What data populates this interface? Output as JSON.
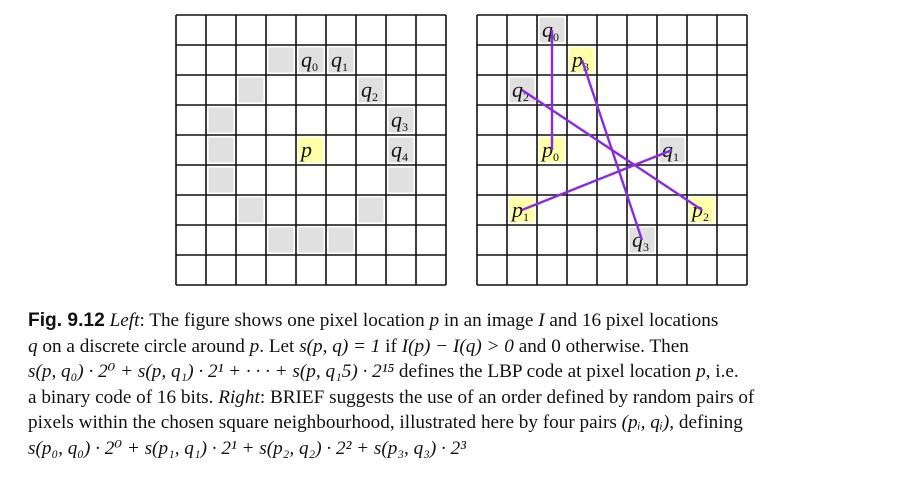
{
  "colors": {
    "grid_line": "#111111",
    "shaded_cell": "#e0e0e0",
    "highlight_cell": "#ffffa8",
    "pair_line": "#8a2be2"
  },
  "left_grid": {
    "rows": 9,
    "cols": 9,
    "shaded_cells": [
      [
        1,
        3
      ],
      [
        2,
        2
      ],
      [
        3,
        1
      ],
      [
        4,
        1
      ],
      [
        5,
        1
      ],
      [
        6,
        2
      ],
      [
        7,
        3
      ],
      [
        7,
        4
      ],
      [
        7,
        5
      ],
      [
        6,
        6
      ],
      [
        5,
        7
      ],
      [
        1,
        4
      ],
      [
        1,
        5
      ],
      [
        2,
        6
      ],
      [
        3,
        7
      ],
      [
        4,
        7
      ]
    ],
    "center": {
      "row": 4,
      "col": 4,
      "label": "p"
    },
    "labels": [
      {
        "row": 1,
        "col": 4,
        "letter": "q",
        "sub": "0"
      },
      {
        "row": 1,
        "col": 5,
        "letter": "q",
        "sub": "1"
      },
      {
        "row": 2,
        "col": 6,
        "letter": "q",
        "sub": "2"
      },
      {
        "row": 3,
        "col": 7,
        "letter": "q",
        "sub": "3"
      },
      {
        "row": 4,
        "col": 7,
        "letter": "q",
        "sub": "4"
      }
    ]
  },
  "right_grid": {
    "rows": 9,
    "cols": 9,
    "cells": [
      {
        "row": 0,
        "col": 2,
        "kind": "q",
        "letter": "q",
        "sub": "0"
      },
      {
        "row": 1,
        "col": 3,
        "kind": "p",
        "letter": "p",
        "sub": "3"
      },
      {
        "row": 2,
        "col": 1,
        "kind": "q",
        "letter": "q",
        "sub": "2"
      },
      {
        "row": 4,
        "col": 2,
        "kind": "p",
        "letter": "p",
        "sub": "0"
      },
      {
        "row": 4,
        "col": 6,
        "kind": "q",
        "letter": "q",
        "sub": "1"
      },
      {
        "row": 6,
        "col": 1,
        "kind": "p",
        "letter": "p",
        "sub": "1"
      },
      {
        "row": 6,
        "col": 7,
        "kind": "p",
        "letter": "p",
        "sub": "2"
      },
      {
        "row": 7,
        "col": 5,
        "kind": "q",
        "letter": "q",
        "sub": "3"
      }
    ],
    "pairs": [
      {
        "from": [
          0,
          2
        ],
        "to": [
          4,
          2
        ]
      },
      {
        "from": [
          6,
          1
        ],
        "to": [
          4,
          6
        ]
      },
      {
        "from": [
          2,
          1
        ],
        "to": [
          6,
          7
        ]
      },
      {
        "from": [
          1,
          3
        ],
        "to": [
          7,
          5
        ]
      }
    ]
  },
  "caption": {
    "label": "Fig. 9.12",
    "lines": [
      [
        {
          "t": "Fig. 9.12",
          "s": "figlabel"
        },
        {
          "t": "  "
        },
        {
          "t": "Left",
          "s": "em"
        },
        {
          "t": ": The figure shows one pixel location "
        },
        {
          "t": "p",
          "s": "math"
        },
        {
          "t": " in an image "
        },
        {
          "t": "I",
          "s": "math"
        },
        {
          "t": " and 16 pixel locations"
        }
      ],
      [
        {
          "t": "q",
          "s": "math"
        },
        {
          "t": " on a discrete circle around "
        },
        {
          "t": "p",
          "s": "math"
        },
        {
          "t": ". Let "
        },
        {
          "t": "s(p, q) = 1",
          "s": "math"
        },
        {
          "t": " if "
        },
        {
          "t": "I(p) − I(q) > 0",
          "s": "math"
        },
        {
          "t": " and 0 otherwise. Then"
        }
      ],
      [
        {
          "t": "s(p, q₀) · 2⁰ + s(p, q₁) · 2¹ + · · · + s(p, q₁5) · 2¹⁵",
          "s": "math"
        },
        {
          "t": " defines the LBP code at pixel location "
        },
        {
          "t": "p",
          "s": "math"
        },
        {
          "t": ", i.e."
        }
      ],
      [
        {
          "t": "a binary code of 16 bits. "
        },
        {
          "t": "Right",
          "s": "em"
        },
        {
          "t": ": BRIEF suggests the use of an order defined by random pairs of"
        }
      ],
      [
        {
          "t": "pixels within the chosen square neighbourhood, illustrated here by four pairs "
        },
        {
          "t": "(pᵢ, qᵢ)",
          "s": "math"
        },
        {
          "t": ", defining"
        }
      ],
      [
        {
          "t": "s(p₀, q₀) · 2⁰ + s(p₁, q₁) · 2¹ + s(p₂, q₂) · 2² + s(p₃, q₃) · 2³",
          "s": "math"
        }
      ]
    ]
  }
}
